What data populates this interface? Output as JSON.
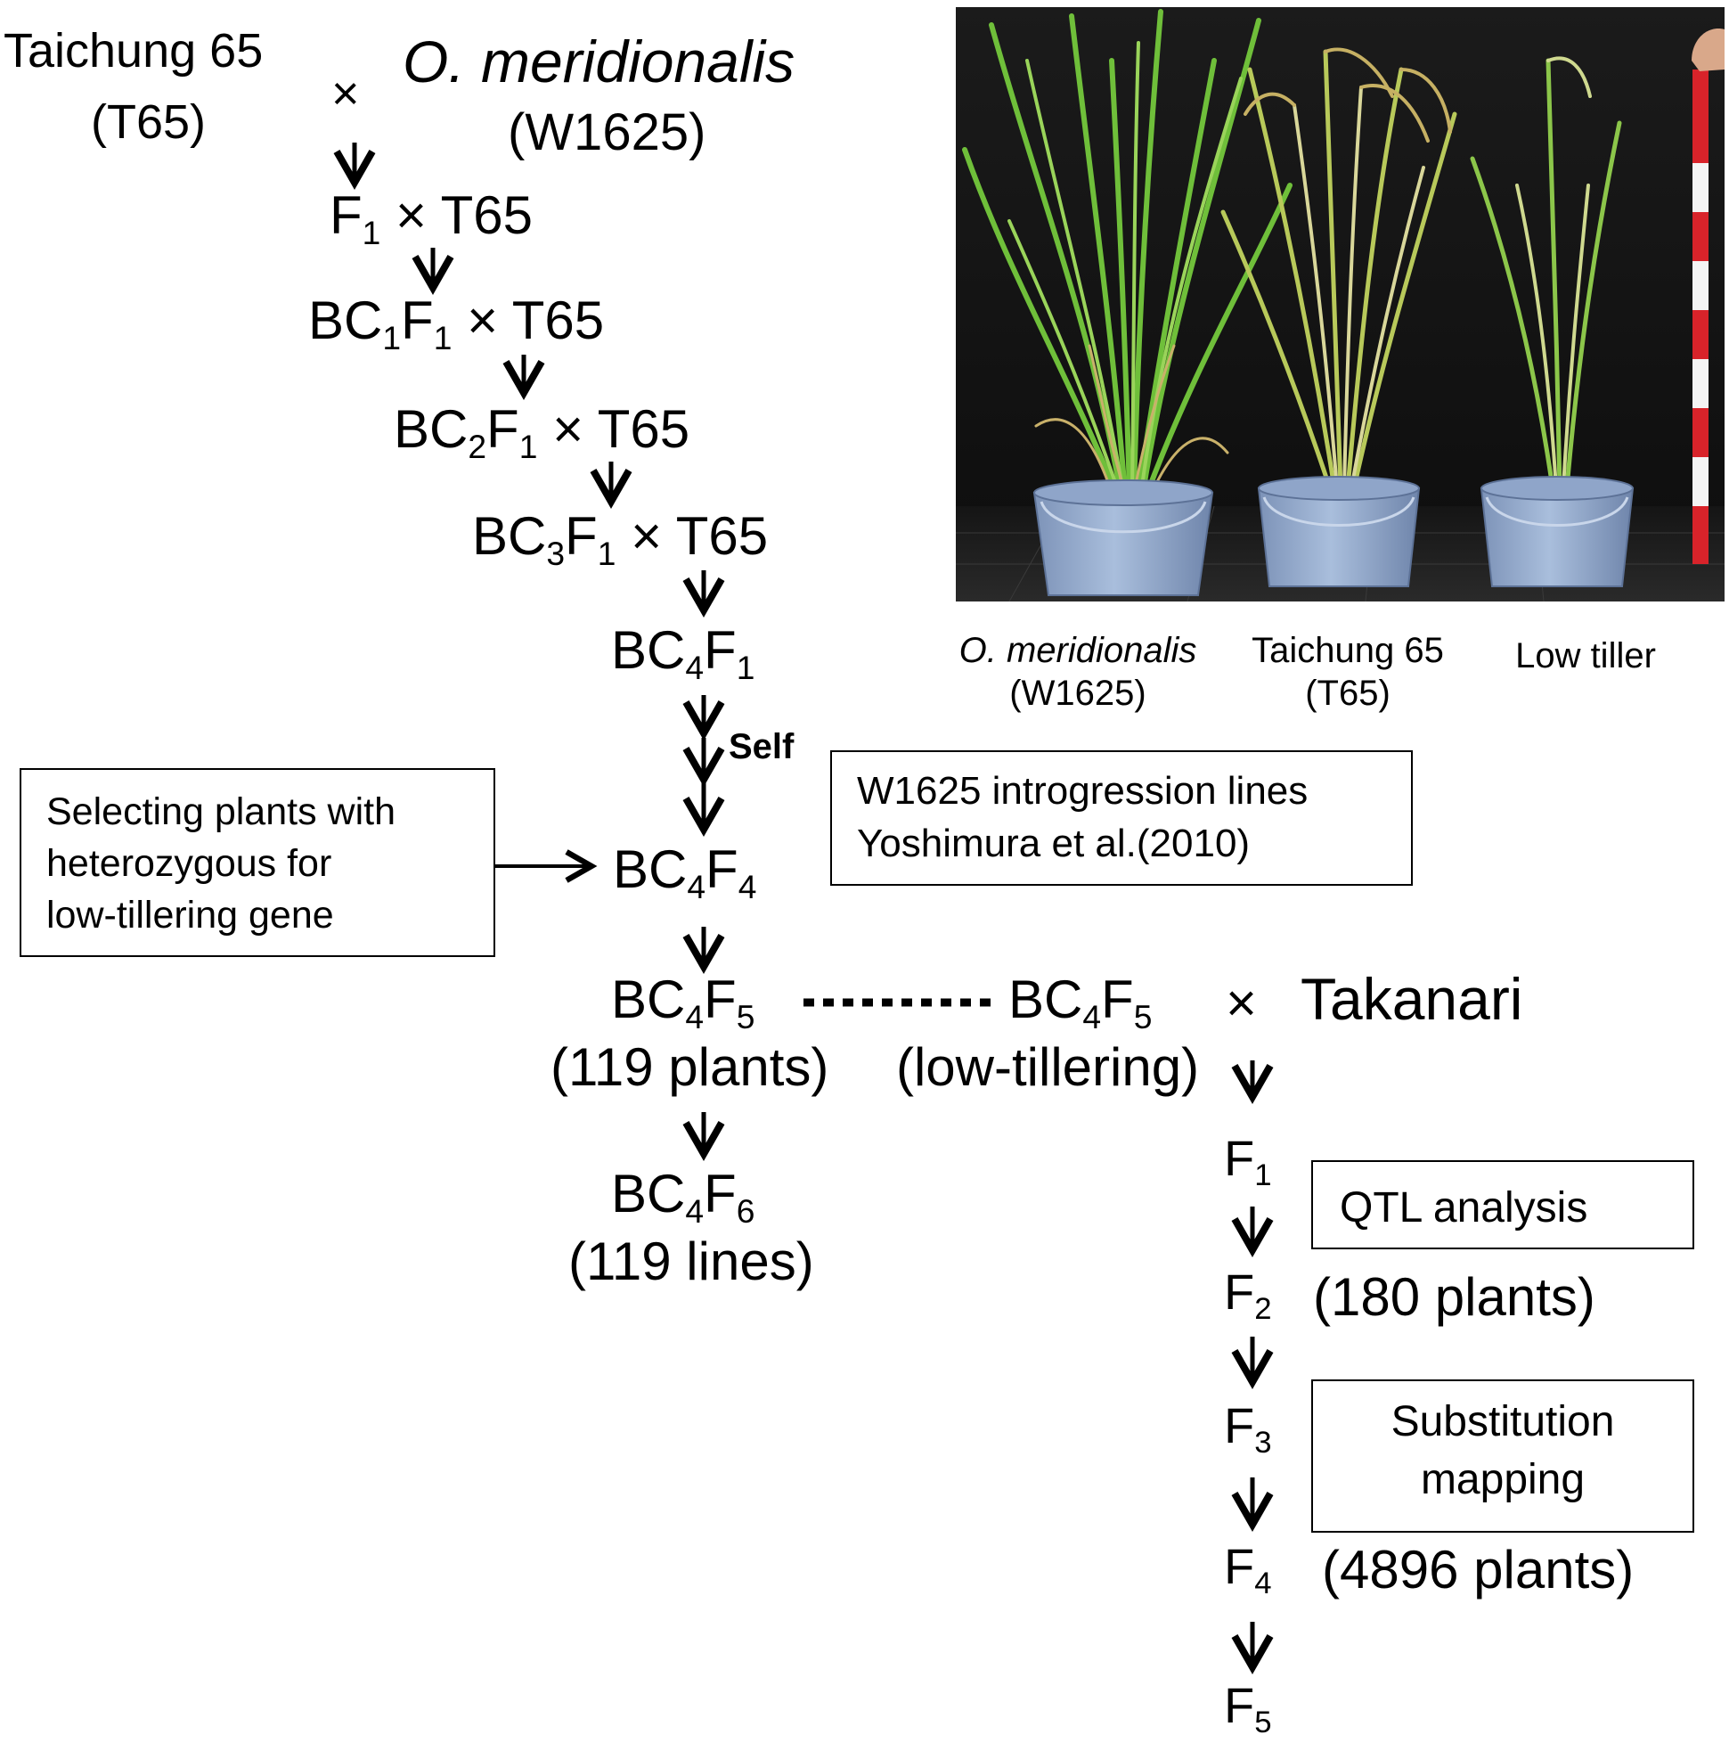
{
  "parents": {
    "p1_name": "Taichung 65",
    "p1_code": "(T65)",
    "cross": "×",
    "p2_name": "O. meridionalis",
    "p2_code": "(W1625)"
  },
  "generations": {
    "f": "F",
    "bc": "BC",
    "one": "1",
    "two": "2",
    "three": "3",
    "four": "4",
    "five": "5",
    "six": "6",
    "cross_t65": "× T65",
    "cross": "×",
    "takanari": "Takanari",
    "self": "Self"
  },
  "counts": {
    "bc4f5_plants": "(119 plants)",
    "low_tillering": "(low-tillering)",
    "bc4f6_lines": "(119 lines)",
    "f2_plants": "(180 plants)",
    "f4_plants": "(4896 plants)"
  },
  "boxes": {
    "selecting_line1": "Selecting plants with",
    "selecting_line2": "heterozygous for",
    "selecting_line3": "low-tillering gene",
    "introgression_line1": "W1625 introgression lines",
    "introgression_line2": "Yoshimura et al.(2010)",
    "qtl": "QTL analysis",
    "substitution_line1": "Substitution",
    "substitution_line2": "mapping"
  },
  "photo": {
    "label1_name": "O. meridionalis",
    "label1_code": "(W1625)",
    "label2_name": "Taichung 65",
    "label2_code": "(T65)",
    "label3": "Low tiller"
  }
}
